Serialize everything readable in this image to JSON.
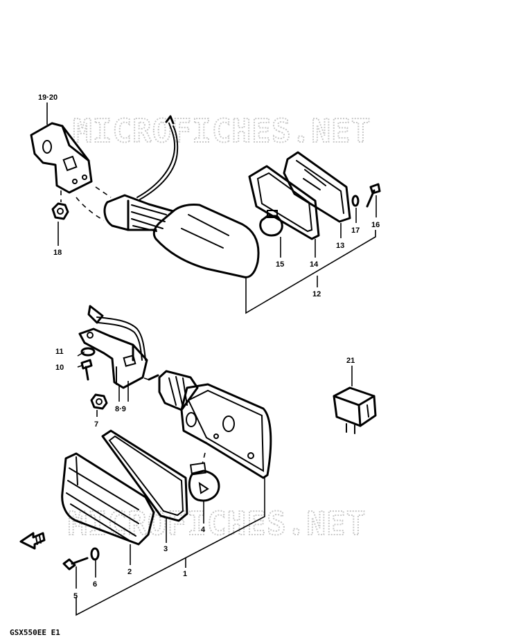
{
  "watermark": "MICROFICHES.NET",
  "diagram_code": "GSX550EE E1",
  "callouts": {
    "c19_20": "19·20",
    "c18": "18",
    "c15": "15",
    "c14": "14",
    "c13": "13",
    "c17": "17",
    "c16": "16",
    "c12": "12",
    "c11": "11",
    "c10": "10",
    "c7": "7",
    "c8_9": "8·9",
    "c21": "21",
    "c4": "4",
    "c3": "3",
    "c2": "2",
    "c1": "1",
    "c5": "5",
    "c6": "6"
  }
}
